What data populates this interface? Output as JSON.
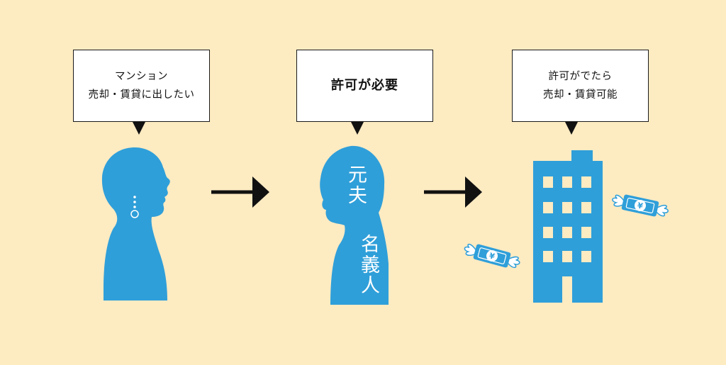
{
  "steps": [
    {
      "lines": [
        "マンション",
        "売却・賃貸に出したい"
      ]
    },
    {
      "lines": [
        "許可が必要"
      ]
    },
    {
      "lines": [
        "許可がでたら",
        "売却・賃貸可能"
      ]
    }
  ],
  "figure_labels": {
    "ex_husband": "元夫",
    "nominee": "名義人"
  },
  "currency_symbol": "¥",
  "colors": {
    "background": "#fdebc2",
    "silhouette": "#2f9fd9",
    "arrow": "#111111"
  }
}
